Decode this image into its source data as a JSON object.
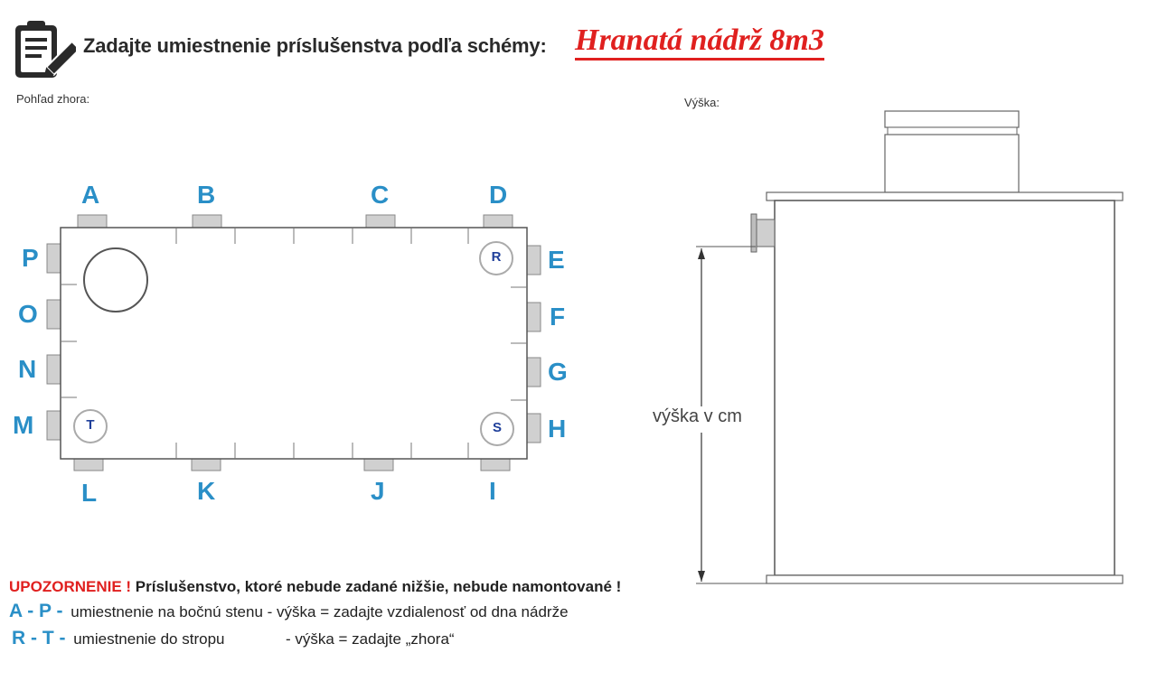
{
  "header": {
    "title": "Zadajte umiestnenie príslušenstva podľa schémy:",
    "tank_name": "Hranatá nádrž 8m3"
  },
  "top_view": {
    "label": "Pohľad zhora:",
    "labels": {
      "A": "A",
      "B": "B",
      "C": "C",
      "D": "D",
      "E": "E",
      "F": "F",
      "G": "G",
      "H": "H",
      "I": "I",
      "J": "J",
      "K": "K",
      "L": "L",
      "M": "M",
      "N": "N",
      "O": "O",
      "P": "P",
      "R": "R",
      "S": "S",
      "T": "T"
    }
  },
  "height_view": {
    "label": "Výška:",
    "dimension_label": "výška v cm"
  },
  "notes": {
    "warning_label": "UPOZORNENIE !",
    "warning_text": "Príslušenstvo, ktoré nebude zadané nižšie, nebude namontované !",
    "rows": [
      {
        "code": "A - P -",
        "desc": "umiestnenie na bočnú stenu",
        "height": "- výška = zadajte vzdialenosť od dna nádrže"
      },
      {
        "code": "R - T -",
        "desc": "umiestnenie do stropu",
        "height": "- výška = zadajte „zhora“"
      }
    ]
  },
  "colors": {
    "accent": "#2a8fc7",
    "warning": "#e0201f",
    "circle_label": "#1f3f9a"
  }
}
